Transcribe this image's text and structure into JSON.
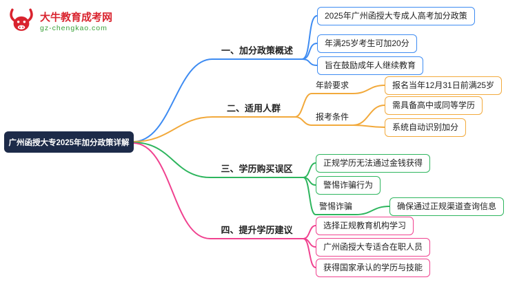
{
  "logo": {
    "title": "大牛教育成考网",
    "subtitle": "gz-chengkao.com"
  },
  "palette": {
    "root_bg": "#1d2b49",
    "branch1": "#3d8bf2",
    "branch2": "#f2a93b",
    "branch3": "#2db55d",
    "branch4": "#f0418f",
    "logo_red": "#d9232e",
    "logo_green": "#3aa13a"
  },
  "mindmap": {
    "root": {
      "label": "广州函授大专2025年加分政策详解"
    },
    "branches": [
      {
        "label": "一、加分政策概述",
        "color": "#3d8bf2",
        "children": [
          {
            "label": "2025年广州函授大专成人高考加分政策"
          },
          {
            "label": "年满25岁考生可加20分"
          },
          {
            "label": "旨在鼓励成年人继续教育"
          }
        ]
      },
      {
        "label": "二、适用人群",
        "color": "#f2a93b",
        "children": [
          {
            "label": "年龄要求",
            "children": [
              {
                "label": "报名当年12月31日前满25岁"
              }
            ]
          },
          {
            "label": "报考条件",
            "children": [
              {
                "label": "需具备高中或同等学历"
              },
              {
                "label": "系统自动识别加分"
              }
            ]
          }
        ]
      },
      {
        "label": "三、学历购买误区",
        "color": "#2db55d",
        "children": [
          {
            "label": "正规学历无法通过金钱获得"
          },
          {
            "label": "警惕诈骗行为"
          },
          {
            "label": "警惕诈骗",
            "children": [
              {
                "label": "确保通过正规渠道查询信息"
              }
            ]
          }
        ]
      },
      {
        "label": "四、提升学历建议",
        "color": "#f0418f",
        "children": [
          {
            "label": "选择正规教育机构学习"
          },
          {
            "label": "广州函授大专适合在职人员"
          },
          {
            "label": "获得国家承认的学历与技能"
          }
        ]
      }
    ]
  }
}
